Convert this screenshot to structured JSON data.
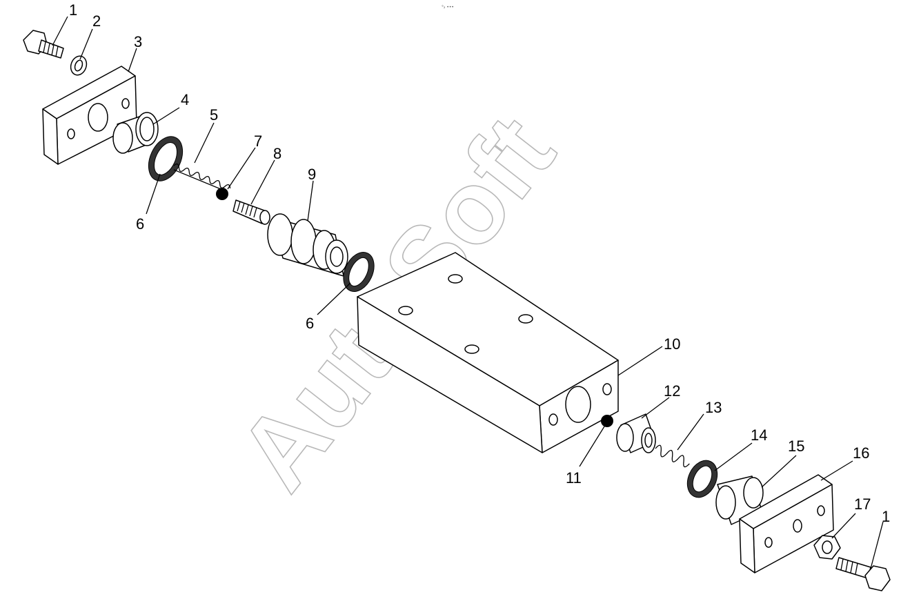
{
  "top_caption": "°₂ •••",
  "watermark": "AutoSoft",
  "callouts": {
    "c1a": "1",
    "c2": "2",
    "c3": "3",
    "c4": "4",
    "c5": "5",
    "c6a": "6",
    "c7": "7",
    "c8": "8",
    "c9": "9",
    "c6b": "6",
    "c10": "10",
    "c11": "11",
    "c12": "12",
    "c13": "13",
    "c14": "14",
    "c15": "15",
    "c16": "16",
    "c17": "17",
    "c1b": "1"
  },
  "colors": {
    "line": "#000000",
    "watermark": "#b8b8b8",
    "background": "#ffffff"
  }
}
